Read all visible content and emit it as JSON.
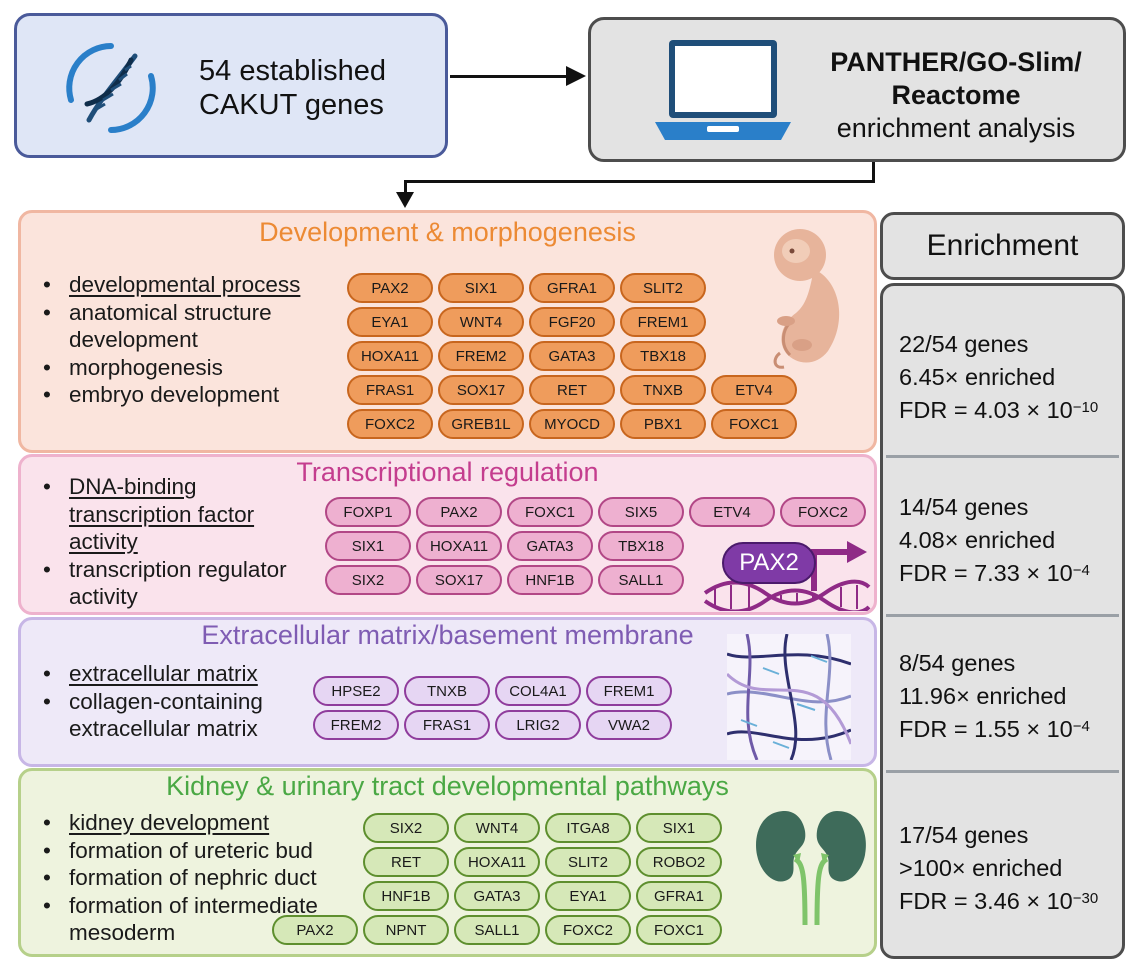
{
  "inputs": {
    "genes_text": [
      "54 established",
      "CAKUT genes"
    ],
    "tool_bold": [
      "PANTHER/GO-Slim/",
      "Reactome"
    ],
    "tool_sub": "enrichment analysis"
  },
  "enrichment_header": "Enrichment",
  "sections": [
    {
      "title": "Development & morphogenesis",
      "bullets": [
        "developmental process",
        "anatomical structure",
        "development",
        "morphogenesis",
        "embryo development"
      ],
      "genes": [
        [
          "PAX2",
          "SIX1",
          "GFRA1",
          "SLIT2"
        ],
        [
          "EYA1",
          "WNT4",
          "FGF20",
          "FREM1"
        ],
        [
          "HOXA11",
          "FREM2",
          "GATA3",
          "TBX18"
        ],
        [
          "FRAS1",
          "SOX17",
          "RET",
          "TNXB",
          "ETV4"
        ],
        [
          "FOXC2",
          "GREB1L",
          "MYOCD",
          "PBX1",
          "FOXC1"
        ]
      ],
      "stats": {
        "count": "22/54 genes",
        "fold": "6.45× enriched",
        "fdr_base": "FDR = 4.03 × 10",
        "fdr_exp": "−10"
      }
    },
    {
      "title": "Transcriptional regulation",
      "bullets": [
        "DNA-binding",
        "transcription factor",
        "activity",
        "transcription regulator",
        "activity"
      ],
      "genes": [
        [
          "FOXP1",
          "PAX2",
          "FOXC1",
          "SIX5",
          "ETV4",
          "FOXC2"
        ],
        [
          "SIX1",
          "HOXA11",
          "GATA3",
          "TBX18"
        ],
        [
          "SIX2",
          "SOX17",
          "HNF1B",
          "SALL1"
        ]
      ],
      "illustration_label": "PAX2",
      "stats": {
        "count": "14/54 genes",
        "fold": "4.08× enriched",
        "fdr_base": "FDR = 7.33 × 10",
        "fdr_exp": "−4"
      }
    },
    {
      "title": "Extracellular matrix/basement membrane",
      "bullets": [
        "extracellular matrix",
        "collagen-containing",
        "extracellular matrix"
      ],
      "genes": [
        [
          "HPSE2",
          "TNXB",
          "COL4A1",
          "FREM1"
        ],
        [
          "FREM2",
          "FRAS1",
          "LRIG2",
          "VWA2"
        ]
      ],
      "stats": {
        "count": "8/54 genes",
        "fold": "11.96× enriched",
        "fdr_base": "FDR = 1.55 × 10",
        "fdr_exp": "−4"
      }
    },
    {
      "title": "Kidney & urinary tract developmental pathways",
      "bullets": [
        "kidney development",
        "formation of ureteric bud",
        "formation of nephric duct",
        "formation of intermediate",
        "mesoderm"
      ],
      "genes": [
        [
          "SIX2",
          "WNT4",
          "ITGA8",
          "SIX1"
        ],
        [
          "RET",
          "HOXA11",
          "SLIT2",
          "ROBO2"
        ],
        [
          "HNF1B",
          "GATA3",
          "EYA1",
          "GFRA1"
        ],
        [
          "PAX2",
          "NPNT",
          "SALL1",
          "FOXC2",
          "FOXC1"
        ]
      ],
      "stats": {
        "count": "17/54 genes",
        "fold": ">100× enriched",
        "fdr_base": "FDR = 3.46 × 10",
        "fdr_exp": "−30"
      }
    }
  ],
  "colors": {
    "orange": "#ec8a34",
    "pink": "#c43d8e",
    "purple": "#7f5cb3",
    "green": "#4aa844"
  },
  "icons": [
    "dna-icon",
    "laptop-icon",
    "embryo-icon",
    "dna-binding-icon",
    "fiber-matrix-icon",
    "kidney-icon"
  ]
}
